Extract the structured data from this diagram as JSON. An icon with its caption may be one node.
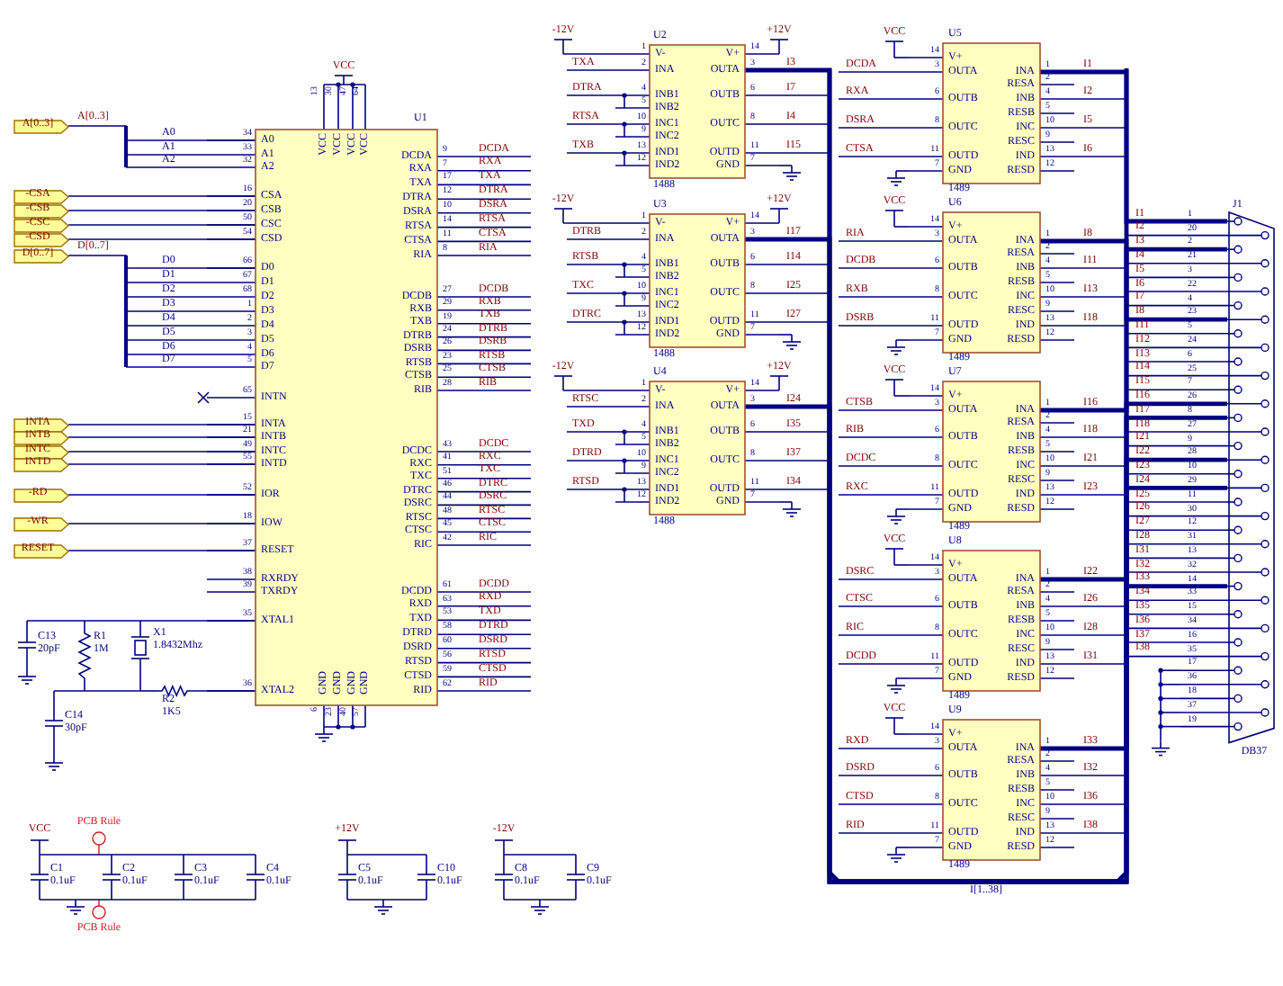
{
  "diagram": {
    "nodes": [
      {
        "text": [
          "U1",
          "A0",
          "A1",
          "A2",
          "CSA",
          "CSB",
          "CSC",
          "CSD",
          "D0",
          "D1",
          "D2",
          "D3",
          "D4",
          "D5",
          "D6",
          "D7",
          "INTN",
          "INTA",
          "INTB",
          "INTC",
          "INTD",
          "IOR",
          "IOW",
          "RESET",
          "RXRDY",
          "TXRDY",
          "XTAL1",
          "XTAL2",
          "DCDA",
          "RXA",
          "TXA",
          "DTRA",
          "DSRA",
          "RTSA",
          "CTSA",
          "RIA",
          "DCDB",
          "RXB",
          "TXB",
          "DTRB",
          "DSRB",
          "RTSB",
          "CTSB",
          "RIB",
          "DCDC",
          "RXC",
          "TXC",
          "DTRC",
          "DSRC",
          "RTSC",
          "CTSC",
          "RIC",
          "DCDD",
          "RXD",
          "TXD",
          "DTRD",
          "DSRD",
          "RTSD",
          "CTSD",
          "RID",
          "VCC",
          "VCC",
          "VCC",
          "VCC",
          "GND",
          "GND",
          "GND",
          "GND"
        ],
        "beside": [
          "34",
          "33",
          "32",
          "16",
          "20",
          "50",
          "54",
          "66",
          "67",
          "68",
          "1",
          "2",
          "3",
          "4",
          "5",
          "65",
          "15",
          "21",
          "49",
          "55",
          "52",
          "18",
          "37",
          "38",
          "39",
          "35",
          "36",
          "9",
          "7",
          "17",
          "12",
          "10",
          "14",
          "11",
          "8",
          "27",
          "29",
          "19",
          "24",
          "26",
          "23",
          "25",
          "28",
          "43",
          "41",
          "51",
          "46",
          "44",
          "48",
          "45",
          "42",
          "61",
          "63",
          "53",
          "58",
          "60",
          "56",
          "59",
          "62",
          "13",
          "30",
          "47",
          "64",
          "6",
          "23",
          "40",
          "57",
          "VCC",
          "A0",
          "A1",
          "A2",
          "D0",
          "D1",
          "D2",
          "D3",
          "D4",
          "D5",
          "D6",
          "D7",
          "DCDA",
          "RXA",
          "TXA",
          "DTRA",
          "DSRA",
          "RTSA",
          "CTSA",
          "RIA",
          "DCDB",
          "RXB",
          "TXB",
          "DTRB",
          "DSRB",
          "RTSB",
          "CTSB",
          "RIB",
          "DCDC",
          "RXC",
          "TXC",
          "DTRC",
          "DSRC",
          "RTSC",
          "CTSC",
          "RIC",
          "DCDD",
          "RXD",
          "TXD",
          "DTRD",
          "DSRD",
          "RTSD",
          "CTSD",
          "RID"
        ]
      },
      {
        "text": [
          "U2",
          "V-",
          "INA",
          "INB1",
          "INB2",
          "INC1",
          "INC2",
          "IND1",
          "IND2",
          "V+",
          "OUTA",
          "OUTB",
          "OUTC",
          "OUTD",
          "GND",
          "1488"
        ],
        "beside": [
          "1",
          "2",
          "4",
          "5",
          "10",
          "9",
          "13",
          "12",
          "14",
          "3",
          "6",
          "8",
          "11",
          "7",
          "-12V",
          "+12V",
          "TXA",
          "DTRA",
          "RTSA",
          "TXB",
          "I3",
          "I7",
          "I4",
          "I15"
        ]
      },
      {
        "text": [
          "U3",
          "V-",
          "INA",
          "INB1",
          "INB2",
          "INC1",
          "INC2",
          "IND1",
          "IND2",
          "V+",
          "OUTA",
          "OUTB",
          "OUTC",
          "OUTD",
          "GND",
          "1488"
        ],
        "beside": [
          "1",
          "2",
          "4",
          "5",
          "10",
          "9",
          "13",
          "12",
          "14",
          "3",
          "6",
          "8",
          "11",
          "7",
          "-12V",
          "+12V",
          "DTRB",
          "RTSB",
          "TXC",
          "DTRC",
          "I17",
          "I14",
          "I25",
          "I27"
        ]
      },
      {
        "text": [
          "U4",
          "V-",
          "INA",
          "INB1",
          "INB2",
          "INC1",
          "INC2",
          "IND1",
          "IND2",
          "V+",
          "OUTA",
          "OUTB",
          "OUTC",
          "OUTD",
          "GND",
          "1488"
        ],
        "beside": [
          "1",
          "2",
          "4",
          "5",
          "10",
          "9",
          "13",
          "12",
          "14",
          "3",
          "6",
          "8",
          "11",
          "7",
          "-12V",
          "+12V",
          "RTSC",
          "TXD",
          "DTRD",
          "RTSD",
          "I24",
          "I35",
          "I37",
          "I34"
        ]
      },
      {
        "text": [
          "U5",
          "V+",
          "OUTA",
          "OUTB",
          "OUTC",
          "OUTD",
          "GND",
          "INA",
          "RESA",
          "INB",
          "RESB",
          "INC",
          "RESC",
          "IND",
          "RESD",
          "1489"
        ],
        "beside": [
          "14",
          "3",
          "6",
          "8",
          "11",
          "7",
          "1",
          "2",
          "4",
          "5",
          "10",
          "9",
          "13",
          "12",
          "VCC",
          "DCDA",
          "RXA",
          "DSRA",
          "CTSA",
          "I1",
          "I2",
          "I5",
          "I6"
        ]
      },
      {
        "text": [
          "U6",
          "V+",
          "OUTA",
          "OUTB",
          "OUTC",
          "OUTD",
          "GND",
          "INA",
          "RESA",
          "INB",
          "RESB",
          "INC",
          "RESC",
          "IND",
          "RESD",
          "1489"
        ],
        "beside": [
          "14",
          "3",
          "6",
          "8",
          "11",
          "7",
          "1",
          "2",
          "4",
          "5",
          "10",
          "9",
          "13",
          "12",
          "VCC",
          "RIA",
          "DCDB",
          "RXB",
          "DSRB",
          "I8",
          "I11",
          "I13",
          "I18"
        ]
      },
      {
        "text": [
          "U7",
          "V+",
          "OUTA",
          "OUTB",
          "OUTC",
          "OUTD",
          "GND",
          "INA",
          "RESA",
          "INB",
          "RESB",
          "INC",
          "RESC",
          "IND",
          "RESD",
          "1489"
        ],
        "beside": [
          "14",
          "3",
          "6",
          "8",
          "11",
          "7",
          "1",
          "2",
          "4",
          "5",
          "10",
          "9",
          "13",
          "12",
          "VCC",
          "CTSB",
          "RIB",
          "DCDC",
          "RXC",
          "I16",
          "I18",
          "I21",
          "I23"
        ]
      },
      {
        "text": [
          "U8",
          "V+",
          "OUTA",
          "OUTB",
          "OUTC",
          "OUTD",
          "GND",
          "INA",
          "RESA",
          "INB",
          "RESB",
          "INC",
          "RESC",
          "IND",
          "RESD",
          "1489"
        ],
        "beside": [
          "14",
          "3",
          "6",
          "8",
          "11",
          "7",
          "1",
          "2",
          "4",
          "5",
          "10",
          "9",
          "13",
          "12",
          "VCC",
          "DSRC",
          "CTSC",
          "RIC",
          "DCDD",
          "I22",
          "I26",
          "I28",
          "I31"
        ]
      },
      {
        "text": [
          "U9",
          "V+",
          "OUTA",
          "OUTB",
          "OUTC",
          "OUTD",
          "GND",
          "INA",
          "RESA",
          "INB",
          "RESB",
          "INC",
          "RESC",
          "IND",
          "RESD",
          "1489"
        ],
        "beside": [
          "14",
          "3",
          "6",
          "8",
          "11",
          "7",
          "1",
          "2",
          "4",
          "5",
          "10",
          "9",
          "13",
          "12",
          "VCC",
          "RXD",
          "DSRD",
          "CTSD",
          "RID",
          "I33",
          "I32",
          "I36",
          "I38"
        ]
      },
      {
        "text": [
          "J1",
          "DB37"
        ],
        "beside": [
          "1",
          "20",
          "2",
          "21",
          "3",
          "22",
          "4",
          "23",
          "5",
          "24",
          "6",
          "25",
          "7",
          "26",
          "8",
          "27",
          "9",
          "28",
          "10",
          "29",
          "11",
          "30",
          "12",
          "31",
          "13",
          "32",
          "14",
          "33",
          "15",
          "34",
          "16",
          "35",
          "17",
          "36",
          "18",
          "37",
          "19",
          "I1",
          "I2",
          "I3",
          "I4",
          "I5",
          "I6",
          "I7",
          "I8",
          "I11",
          "I12",
          "I13",
          "I14",
          "I15",
          "I16",
          "I17",
          "I18",
          "I21",
          "I22",
          "I23",
          "I24",
          "I25",
          "I26",
          "I27",
          "I28",
          "I31",
          "I32",
          "I33",
          "I34",
          "I35",
          "I36",
          "I37",
          "I38"
        ]
      },
      {
        "text": [
          "A[0..3]"
        ]
      },
      {
        "text": [
          "-CSA"
        ]
      },
      {
        "text": [
          "-CSB"
        ]
      },
      {
        "text": [
          "-CSC"
        ]
      },
      {
        "text": [
          "-CSD"
        ]
      },
      {
        "text": [
          "D[0..7]"
        ]
      },
      {
        "text": [
          "INTA"
        ]
      },
      {
        "text": [
          "INTB"
        ]
      },
      {
        "text": [
          "INTC"
        ]
      },
      {
        "text": [
          "INTD"
        ]
      },
      {
        "text": [
          "-RD"
        ]
      },
      {
        "text": [
          "-WR"
        ]
      },
      {
        "text": [
          "RESET"
        ]
      },
      {
        "text": [
          "C13",
          "20pF"
        ]
      },
      {
        "text": [
          "R1",
          "1M"
        ]
      },
      {
        "text": [
          "X1",
          "1.8432Mhz"
        ]
      },
      {
        "text": [
          "R2",
          "1K5"
        ]
      },
      {
        "text": [
          "C14",
          "30pF"
        ]
      },
      {
        "text": [
          "C1",
          "0.1uF"
        ],
        "beside": [
          "VCC"
        ]
      },
      {
        "text": [
          "C2",
          "0.1uF"
        ]
      },
      {
        "text": [
          "C3",
          "0.1uF"
        ]
      },
      {
        "text": [
          "C4",
          "0.1uF"
        ]
      },
      {
        "text": [
          "C5",
          "0.1uF"
        ],
        "beside": [
          "+12V"
        ]
      },
      {
        "text": [
          "C10",
          "0.1uF"
        ]
      },
      {
        "text": [
          "C8",
          "0.1uF"
        ],
        "beside": [
          "-12V"
        ]
      },
      {
        "text": [
          "C9",
          "0.1uF"
        ]
      }
    ],
    "edges": [
      {
        "from": 10,
        "to": 0,
        "arrow": "none",
        "label": "A[0..3]"
      },
      {
        "from": 11,
        "to": 0,
        "arrow": "none"
      },
      {
        "from": 12,
        "to": 0,
        "arrow": "none"
      },
      {
        "from": 13,
        "to": 0,
        "arrow": "none"
      },
      {
        "from": 14,
        "to": 0,
        "arrow": "none"
      },
      {
        "from": 15,
        "to": 0,
        "arrow": "none",
        "label": "D[0..7]"
      },
      {
        "from": 16,
        "to": 0,
        "arrow": "none"
      },
      {
        "from": 17,
        "to": 0,
        "arrow": "none"
      },
      {
        "from": 18,
        "to": 0,
        "arrow": "none"
      },
      {
        "from": 19,
        "to": 0,
        "arrow": "none"
      },
      {
        "from": 20,
        "to": 0,
        "arrow": "none"
      },
      {
        "from": 21,
        "to": 0,
        "arrow": "none"
      },
      {
        "from": 22,
        "to": 0,
        "arrow": "none"
      },
      {
        "from": 23,
        "to": 24,
        "arrow": "none"
      },
      {
        "from": 24,
        "to": 25,
        "arrow": "none"
      },
      {
        "from": 25,
        "to": 0,
        "arrow": "none"
      },
      {
        "from": 24,
        "to": 27,
        "arrow": "none"
      },
      {
        "from": 25,
        "to": 26,
        "arrow": "none"
      },
      {
        "from": 26,
        "to": 0,
        "arrow": "none"
      },
      {
        "from": 28,
        "to": 29,
        "arrow": "none"
      },
      {
        "from": 29,
        "to": 30,
        "arrow": "none"
      },
      {
        "from": 30,
        "to": 31,
        "arrow": "none"
      },
      {
        "from": 32,
        "to": 33,
        "arrow": "none"
      },
      {
        "from": 34,
        "to": 35,
        "arrow": "none"
      },
      {
        "from": 1,
        "to": 9,
        "arrow": "none",
        "style": "thick"
      },
      {
        "from": 2,
        "to": 9,
        "arrow": "none",
        "style": "thick"
      },
      {
        "from": 3,
        "to": 9,
        "arrow": "none",
        "style": "thick"
      },
      {
        "from": 4,
        "to": 9,
        "arrow": "none",
        "style": "thick"
      },
      {
        "from": 5,
        "to": 9,
        "arrow": "none",
        "style": "thick"
      },
      {
        "from": 6,
        "to": 9,
        "arrow": "none",
        "style": "thick"
      },
      {
        "from": 7,
        "to": 9,
        "arrow": "none",
        "style": "thick"
      },
      {
        "from": 8,
        "to": 9,
        "arrow": "none",
        "style": "thick"
      },
      {
        "from": 28,
        "to": 29,
        "arrow": "none"
      },
      {
        "from": 29,
        "to": 30,
        "arrow": "none"
      },
      {
        "from": 30,
        "to": 31,
        "arrow": "none"
      },
      {
        "from": 32,
        "to": 33,
        "arrow": "none"
      },
      {
        "from": 34,
        "to": 35,
        "arrow": "none"
      }
    ],
    "labels": [
      "I[1..38]",
      "PCB Rule",
      "PCB Rule"
    ]
  }
}
